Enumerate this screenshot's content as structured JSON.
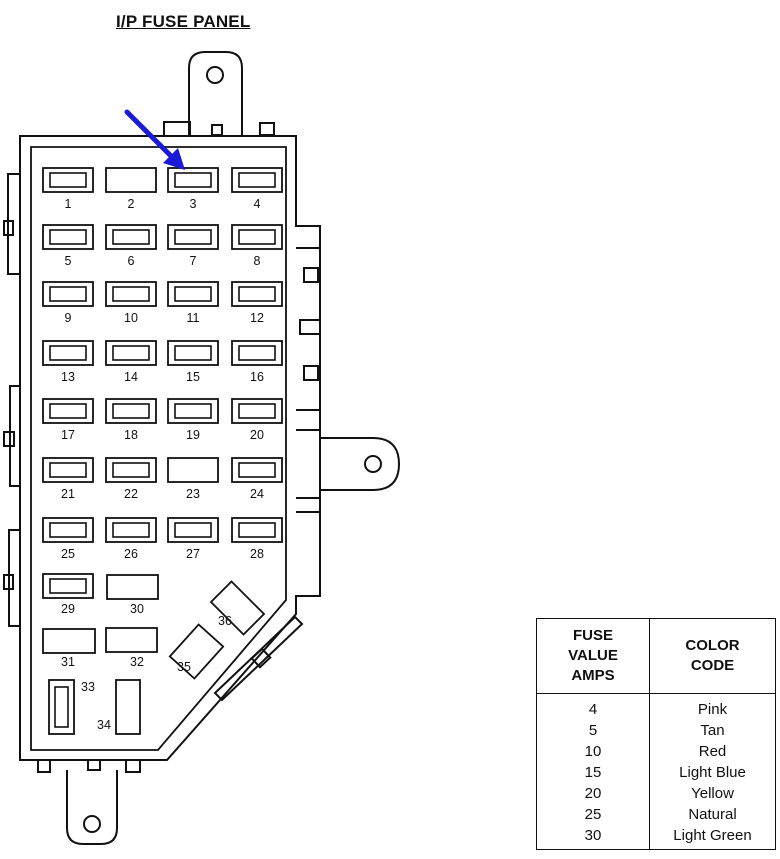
{
  "title": "I/P FUSE PANEL",
  "fuses": [
    {
      "label": "1"
    },
    {
      "label": "2"
    },
    {
      "label": "3"
    },
    {
      "label": "4"
    },
    {
      "label": "5"
    },
    {
      "label": "6"
    },
    {
      "label": "7"
    },
    {
      "label": "8"
    },
    {
      "label": "9"
    },
    {
      "label": "10"
    },
    {
      "label": "11"
    },
    {
      "label": "12"
    },
    {
      "label": "13"
    },
    {
      "label": "14"
    },
    {
      "label": "15"
    },
    {
      "label": "16"
    },
    {
      "label": "17"
    },
    {
      "label": "18"
    },
    {
      "label": "19"
    },
    {
      "label": "20"
    },
    {
      "label": "21"
    },
    {
      "label": "22"
    },
    {
      "label": "23"
    },
    {
      "label": "24"
    },
    {
      "label": "25"
    },
    {
      "label": "26"
    },
    {
      "label": "27"
    },
    {
      "label": "28"
    },
    {
      "label": "29"
    },
    {
      "label": "30"
    },
    {
      "label": "31"
    },
    {
      "label": "32"
    },
    {
      "label": "33"
    },
    {
      "label": "34"
    },
    {
      "label": "35"
    },
    {
      "label": "36"
    }
  ],
  "highlighted_fuse": "3",
  "arrow_color": "#1a1ad8",
  "legend": {
    "header_value": "FUSE\nVALUE\nAMPS",
    "header_color": "COLOR\nCODE",
    "rows": [
      {
        "amps": "4",
        "color": "Pink"
      },
      {
        "amps": "5",
        "color": "Tan"
      },
      {
        "amps": "10",
        "color": "Red"
      },
      {
        "amps": "15",
        "color": "Light Blue"
      },
      {
        "amps": "20",
        "color": "Yellow"
      },
      {
        "amps": "25",
        "color": "Natural"
      },
      {
        "amps": "30",
        "color": "Light Green"
      }
    ]
  }
}
